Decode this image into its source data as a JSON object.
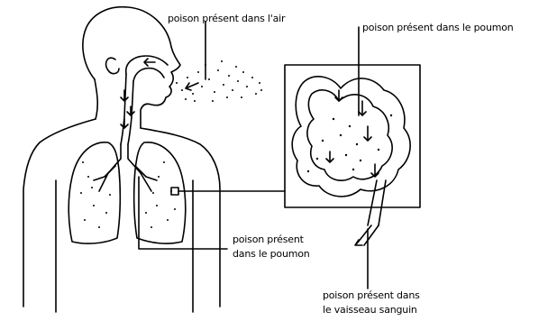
{
  "labels": {
    "air": "poison présent dans l'air",
    "lung_top": "poison présent dans le poumon",
    "lung_mid_line1": "poison présent",
    "lung_mid_line2": "dans le poumon",
    "vessel_line1": "poison présent dans",
    "vessel_line2": "le vaisseau sanguin"
  },
  "colors": {
    "ink": "#000000",
    "paper": "#ffffff"
  }
}
